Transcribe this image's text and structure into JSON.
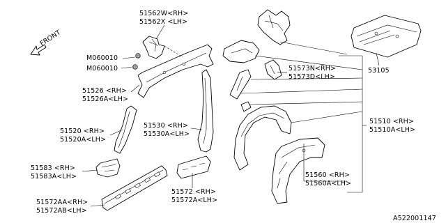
{
  "front_indicator": {
    "text": "FRONT"
  },
  "labels": {
    "p51562": [
      "51562W<RH>",
      "51562X <LH>"
    ],
    "m060010_a": "M060010",
    "m060010_b": "M060010",
    "p51526": [
      "51526 <RH>",
      "51526A<LH>"
    ],
    "p51530": [
      "51530 <RH>",
      "51530A<LH>"
    ],
    "p51520": [
      "51520 <RH>",
      "51520A<LH>"
    ],
    "p51583": [
      "51583 <RH>",
      "51583A<LH>"
    ],
    "p51572A": [
      "51572AA<RH>",
      "51572AB<LH>"
    ],
    "p51572": [
      "51572 <RH>",
      "51572A<LH>"
    ],
    "p51573": [
      "51573N<RH>",
      "51573D<LH>"
    ],
    "p53105": "53105",
    "p51510": [
      "51510 <RH>",
      "51510A<LH>"
    ],
    "p51560": [
      "51560 <RH>",
      "51560A<LH>"
    ]
  },
  "diagram_code": "A522001147"
}
